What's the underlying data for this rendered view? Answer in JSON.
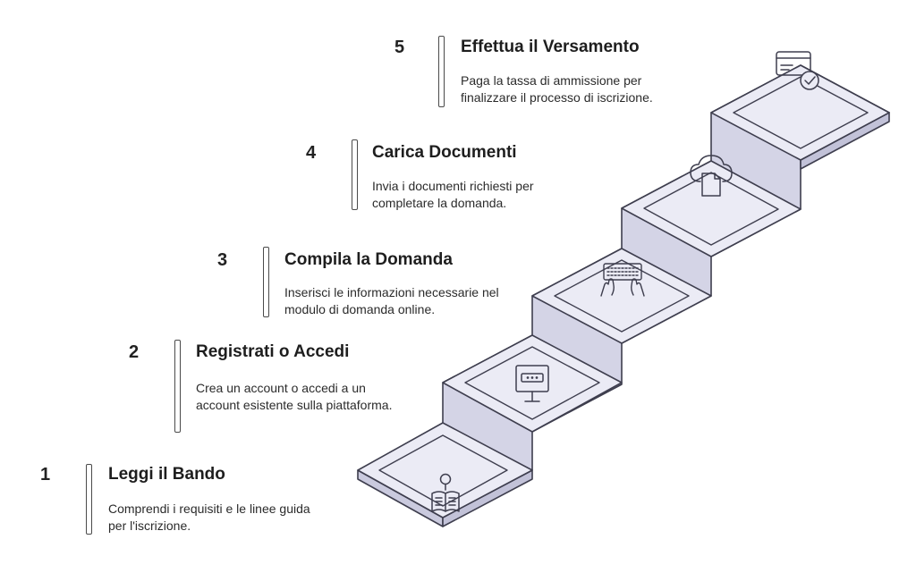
{
  "colors": {
    "top_fill": "#ebebf5",
    "side_fill": "#d4d4e6",
    "edge": "#3e3e4e",
    "text": "#222222"
  },
  "steps": [
    {
      "number": "1",
      "title": "Leggi il Bando",
      "description": "Comprendi i requisiti e le linee guida per l'iscrizione.",
      "icon": "reading-person-icon"
    },
    {
      "number": "2",
      "title": "Registrati o Accedi",
      "description": "Crea un account o accedi a un account esistente sulla piattaforma.",
      "icon": "computer-monitor-icon"
    },
    {
      "number": "3",
      "title": "Compila la Domanda",
      "description": "Inserisci le informazioni necessarie nel modulo di domanda online.",
      "icon": "keyboard-typing-icon"
    },
    {
      "number": "4",
      "title": "Carica Documenti",
      "description": "Invia i documenti richiesti per completare la domanda.",
      "icon": "cloud-upload-document-icon"
    },
    {
      "number": "5",
      "title": "Effettua il Versamento",
      "description": "Paga la tassa di ammissione per finalizzare il processo di iscrizione.",
      "icon": "payment-card-check-icon"
    }
  ]
}
